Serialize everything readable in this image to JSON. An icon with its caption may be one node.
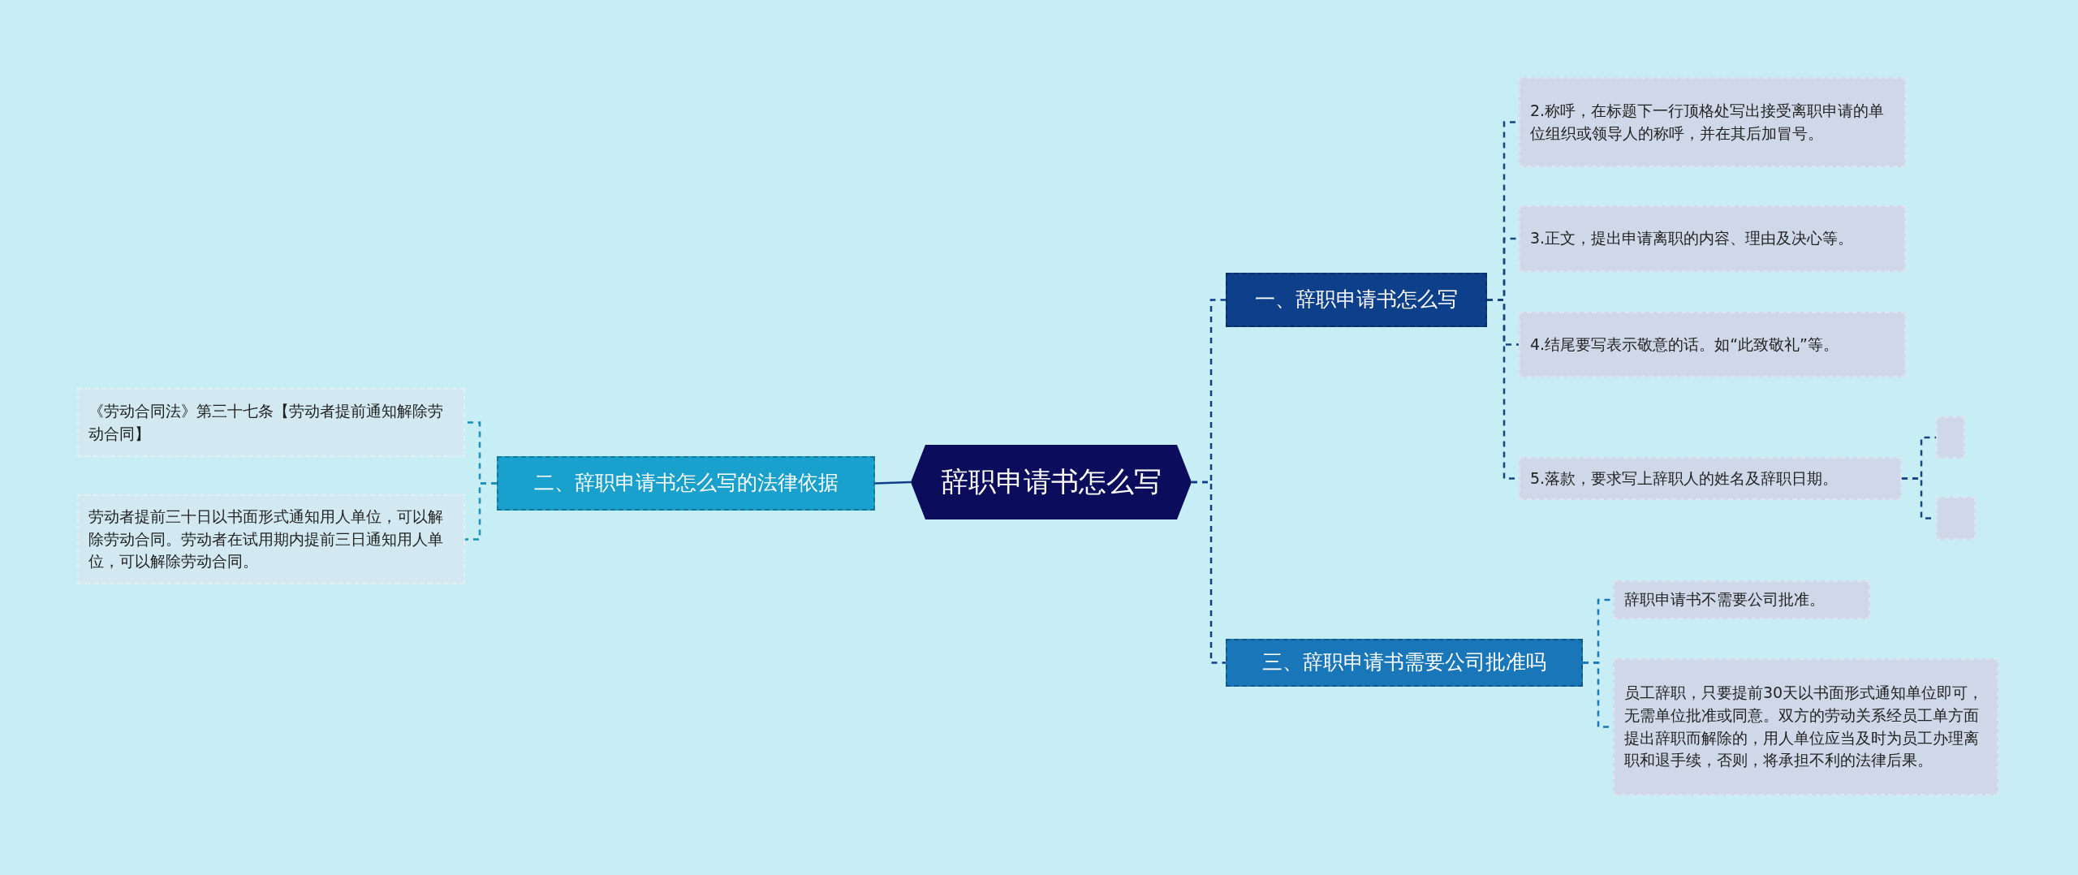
{
  "diagram": {
    "nodes": [
      {
        "text": [
          "辞职申请书怎么写"
        ]
      },
      {
        "text": [
          "一、辞职申请书怎么写"
        ]
      },
      {
        "text": [
          "2.称呼，在标题下一行顶格处写出接受离职申请的单位组织或领导人的称呼，并在其后加冒号。"
        ]
      },
      {
        "text": [
          "3.正文，提出申请离职的内容、理由及决心等。"
        ]
      },
      {
        "text": [
          "4.结尾要写表示敬意的话。如“此致敬礼”等。"
        ]
      },
      {
        "text": [
          "5.落款，要求写上辞职人的姓名及辞职日期。"
        ]
      },
      {
        "text": [],
        "shape": "box"
      },
      {
        "text": [],
        "shape": "box"
      },
      {
        "text": [
          "二、辞职申请书怎么写的法律依据"
        ]
      },
      {
        "text": [
          "《劳动合同法》第三十七条【劳动者提前通知解除劳动合同】"
        ]
      },
      {
        "text": [
          "劳动者提前三十日以书面形式通知用人单位，可以解除劳动合同。劳动者在试用期内提前三日通知用人单位，可以解除劳动合同。"
        ]
      },
      {
        "text": [
          "三、辞职申请书需要公司批准吗"
        ]
      },
      {
        "text": [
          "辞职申请书不需要公司批准。"
        ]
      },
      {
        "text": [
          "员工辞职，只要提前30天以书面形式通知单位即可，无需单位批准或同意。双方的劳动关系经员工单方面提出辞职而解除的，用人单位应当及时为员工办理离职和退手续，否则，将承担不利的法律后果。"
        ]
      }
    ],
    "edges": [
      {
        "from": 0,
        "to": 1,
        "arrow": "none",
        "style": "dashed"
      },
      {
        "from": 1,
        "to": 2,
        "arrow": "none",
        "style": "dashed"
      },
      {
        "from": 1,
        "to": 3,
        "arrow": "none",
        "style": "dashed"
      },
      {
        "from": 1,
        "to": 4,
        "arrow": "none",
        "style": "dashed"
      },
      {
        "from": 1,
        "to": 5,
        "arrow": "none",
        "style": "dashed"
      },
      {
        "from": 5,
        "to": 6,
        "arrow": "none",
        "style": "dashed"
      },
      {
        "from": 5,
        "to": 7,
        "arrow": "none",
        "style": "dashed"
      },
      {
        "from": 0,
        "to": 8,
        "arrow": "none"
      },
      {
        "from": 8,
        "to": 9,
        "arrow": "none",
        "style": "dashed"
      },
      {
        "from": 8,
        "to": 10,
        "arrow": "none",
        "style": "dashed"
      },
      {
        "from": 0,
        "to": 11,
        "arrow": "none",
        "style": "dashed"
      },
      {
        "from": 11,
        "to": 12,
        "arrow": "none",
        "style": "dashed"
      },
      {
        "from": 11,
        "to": 13,
        "arrow": "none",
        "style": "dashed"
      }
    ]
  }
}
